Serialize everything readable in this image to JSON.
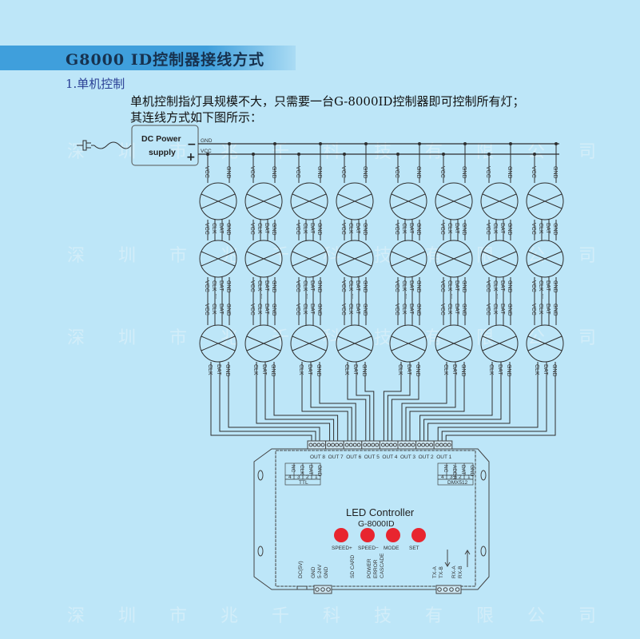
{
  "header": {
    "title": "G8000 ID控制器接线方式"
  },
  "section": {
    "title": "1.单机控制"
  },
  "description": [
    "单机控制指灯具规模不大，只需要一台G-8000ID控制器即可控制所有灯；",
    "其连线方式如下图所示："
  ],
  "watermark": [
    "深",
    "圳",
    "市",
    "兆",
    "千",
    "科",
    "技",
    "有",
    "限",
    "公",
    "司"
  ],
  "power_supply": {
    "line1": "DC Power",
    "line2": "supply",
    "minus": "−",
    "plus": "+",
    "gnd_label": "GND",
    "vcc_label": "VCC"
  },
  "lamp_pins": {
    "top": [
      "VCC",
      "GND"
    ],
    "middle": [
      "VCC",
      "CLK",
      "DAT",
      "GND"
    ],
    "bottom": [
      "CLK",
      "DAT",
      "GND"
    ],
    "ellipsis": "⋮"
  },
  "controller": {
    "outputs": [
      "OUT 8",
      "OUT 7",
      "OUT 6",
      "OUT 5",
      "OUT 4",
      "OUT 3",
      "OUT 2",
      "OUT 1"
    ],
    "title": "LED  Controller",
    "model": "G-8000ID",
    "buttons": [
      "SPEED+",
      "SPEED−",
      "MODE",
      "SET"
    ],
    "button_color": "#e8252f",
    "ttl": {
      "pins": [
        "NC",
        "CLK",
        "DAT",
        "GND"
      ],
      "nums": [
        "4",
        "3",
        "2",
        "1"
      ],
      "label": "TTL"
    },
    "dmx": {
      "pins": [
        "NC",
        "ADDR",
        "DAT",
        "GND"
      ],
      "nums": [
        "4",
        "3",
        "2",
        "1"
      ],
      "label": "DMX512"
    },
    "bottom_labels": [
      "DC(5V)",
      "GND",
      "5-24V",
      "GND",
      "SD CARD",
      "POWER",
      "ERROR",
      "CASCADE",
      "TX-A",
      "TX-B",
      "RX-A",
      "RX-B"
    ]
  }
}
